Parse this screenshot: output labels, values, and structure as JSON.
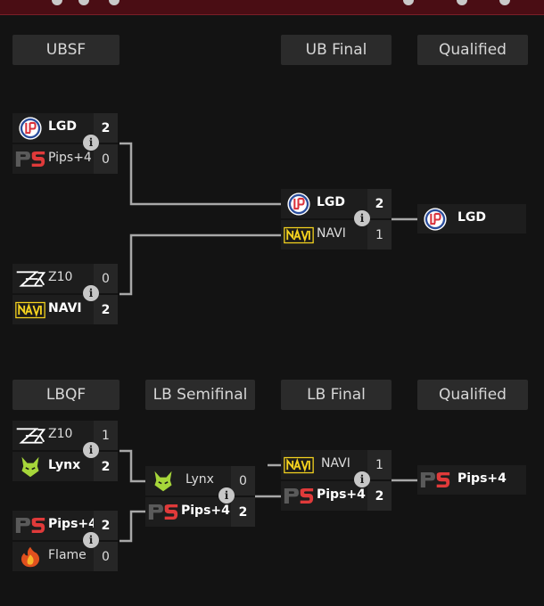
{
  "headers": {
    "ubsf": "UBSF",
    "ub_final": "UB Final",
    "ub_qualified": "Qualified",
    "lbqf": "LBQF",
    "lb_semifinal": "LB Semifinal",
    "lb_final": "LB Final",
    "lb_qualified": "Qualified"
  },
  "matches": {
    "ubsf_1": {
      "team1": {
        "name": "LGD",
        "score": "2",
        "logo": "lgd-logo"
      },
      "team2": {
        "name": "Pips+4",
        "score": "0",
        "logo": "pips-logo"
      }
    },
    "ubsf_2": {
      "team1": {
        "name": "Z10",
        "score": "0",
        "logo": "z10-logo"
      },
      "team2": {
        "name": "NAVI",
        "score": "2",
        "logo": "navi-logo"
      }
    },
    "ub_final": {
      "team1": {
        "name": "LGD",
        "score": "2",
        "logo": "lgd-logo"
      },
      "team2": {
        "name": "NAVI",
        "score": "1",
        "logo": "navi-logo"
      }
    },
    "lbqf_1": {
      "team1": {
        "name": "Z10",
        "score": "1",
        "logo": "z10-logo"
      },
      "team2": {
        "name": "Lynx",
        "score": "2",
        "logo": "lynx-logo"
      }
    },
    "lbqf_2": {
      "team1": {
        "name": "Pips+4",
        "score": "2",
        "logo": "pips-logo"
      },
      "team2": {
        "name": "Flame",
        "score": "0",
        "logo": "flame-logo"
      }
    },
    "lb_semifinal": {
      "team1": {
        "name": "Lynx",
        "score": "0",
        "logo": "lynx-logo"
      },
      "team2": {
        "name": "Pips+4",
        "score": "2",
        "logo": "pips-logo"
      }
    },
    "lb_final": {
      "team1": {
        "name": "NAVI",
        "score": "1",
        "logo": "navi-logo"
      },
      "team2": {
        "name": "Pips+4",
        "score": "2",
        "logo": "pips-logo"
      }
    }
  },
  "qualified": {
    "upper": {
      "name": "LGD",
      "logo": "lgd-logo"
    },
    "lower": {
      "name": "Pips+4",
      "logo": "pips-logo"
    }
  },
  "info_glyph": "i",
  "colors": {
    "background": "#131313",
    "header_bg": "#2b2b2b",
    "row_bg": "#1d1d1d",
    "score_bg": "#262626",
    "connector": "#a8a8a8",
    "topbar": "#4a0d14",
    "pips_red": "#e03a3a",
    "navi_yellow": "#f4d21f",
    "lynx_green": "#a6d63a",
    "lgd_blue": "#2a4d9c"
  }
}
